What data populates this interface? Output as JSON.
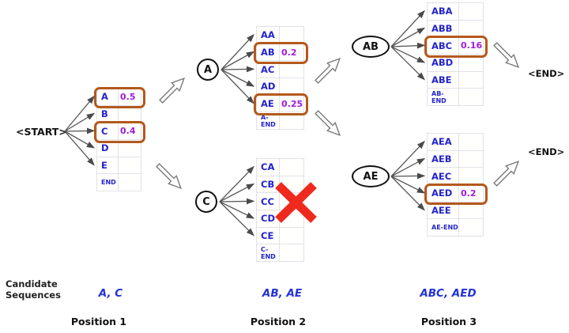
{
  "title": "Beam search candidate sequence diagram",
  "colors": {
    "token_text": "#2323cc",
    "value_text": "#a21bda",
    "highlight_border": "#b4591c",
    "candidates_text": "#2433d6",
    "reject_x": "#ee2a1e"
  },
  "start_node": {
    "label": "<START>"
  },
  "end_markers": [
    {
      "label": "<END>"
    },
    {
      "label": "<END>"
    }
  ],
  "nodes": [
    {
      "id": "A",
      "label": "A"
    },
    {
      "id": "C",
      "label": "C"
    },
    {
      "id": "AB",
      "label": "AB"
    },
    {
      "id": "AE",
      "label": "AE"
    }
  ],
  "tables": [
    {
      "id": "pos1",
      "rows": [
        {
          "token": "A",
          "value": "0.5",
          "highlighted": true
        },
        {
          "token": "B",
          "value": ""
        },
        {
          "token": "C",
          "value": "0.4",
          "highlighted": true
        },
        {
          "token": "D",
          "value": ""
        },
        {
          "token": "E",
          "value": ""
        },
        {
          "token": "END",
          "value": "",
          "end_row": true
        }
      ]
    },
    {
      "id": "from-a",
      "rows": [
        {
          "token": "AA",
          "value": ""
        },
        {
          "token": "AB",
          "value": "0.2",
          "highlighted": true
        },
        {
          "token": "AC",
          "value": ""
        },
        {
          "token": "AD",
          "value": ""
        },
        {
          "token": "AE",
          "value": "0.25",
          "highlighted": true
        },
        {
          "token": "A-END",
          "value": "",
          "end_row": true
        }
      ]
    },
    {
      "id": "from-c",
      "rejected": true,
      "rows": [
        {
          "token": "CA",
          "value": ""
        },
        {
          "token": "CB",
          "value": ""
        },
        {
          "token": "CC",
          "value": ""
        },
        {
          "token": "CD",
          "value": ""
        },
        {
          "token": "CE",
          "value": ""
        },
        {
          "token": "C-END",
          "value": "",
          "end_row": true
        }
      ]
    },
    {
      "id": "from-ab",
      "rows": [
        {
          "token": "ABA",
          "value": ""
        },
        {
          "token": "ABB",
          "value": ""
        },
        {
          "token": "ABC",
          "value": "0.16",
          "highlighted": true
        },
        {
          "token": "ABD",
          "value": ""
        },
        {
          "token": "ABE",
          "value": ""
        },
        {
          "token": "AB-END",
          "value": "",
          "end_row": true
        }
      ]
    },
    {
      "id": "from-ae",
      "rows": [
        {
          "token": "AEA",
          "value": ""
        },
        {
          "token": "AEB",
          "value": ""
        },
        {
          "token": "AEC",
          "value": ""
        },
        {
          "token": "AED",
          "value": "0.2",
          "highlighted": true
        },
        {
          "token": "AEE",
          "value": ""
        },
        {
          "token": "AE-END",
          "value": "",
          "end_row": true
        }
      ]
    },
    {
      "id": "_note",
      "rows": []
    }
  ],
  "footer": {
    "label_line1": "Candidate",
    "label_line2": "Sequences",
    "columns": [
      {
        "candidates": "A, C",
        "position": "Position 1"
      },
      {
        "candidates": "AB, AE",
        "position": "Position 2"
      },
      {
        "candidates": "ABC, AED",
        "position": "Position 3"
      }
    ]
  }
}
